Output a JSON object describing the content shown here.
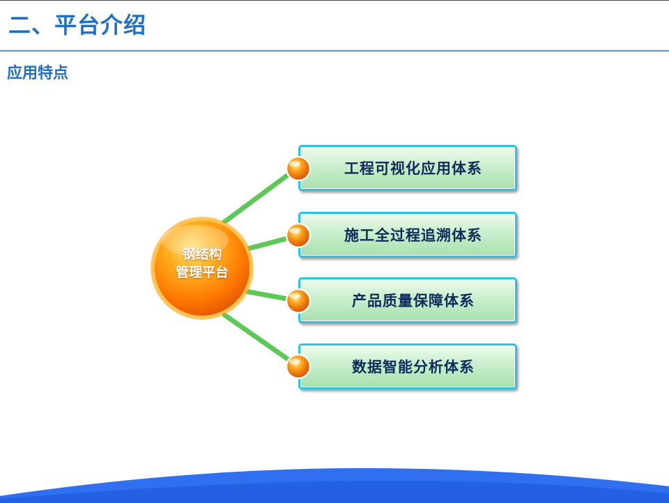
{
  "header": {
    "title": "二、平台介绍",
    "subtitle": "应用特点"
  },
  "diagram": {
    "hub": {
      "line1": "钢结构",
      "line2": "管理平台"
    },
    "branches": [
      {
        "label": "工程可视化应用体系"
      },
      {
        "label": "施工全过程追溯体系"
      },
      {
        "label": "产品质量保障体系"
      },
      {
        "label": "数据智能分析体系"
      }
    ]
  },
  "colors": {
    "accent": "#1f6fc4",
    "hub_orange": "#ff8a00",
    "box_border": "#2ec1e0",
    "box_fill": "#c9efcd",
    "connector_green": "#6fd36a",
    "wave_blue": "#2f6ff0"
  }
}
